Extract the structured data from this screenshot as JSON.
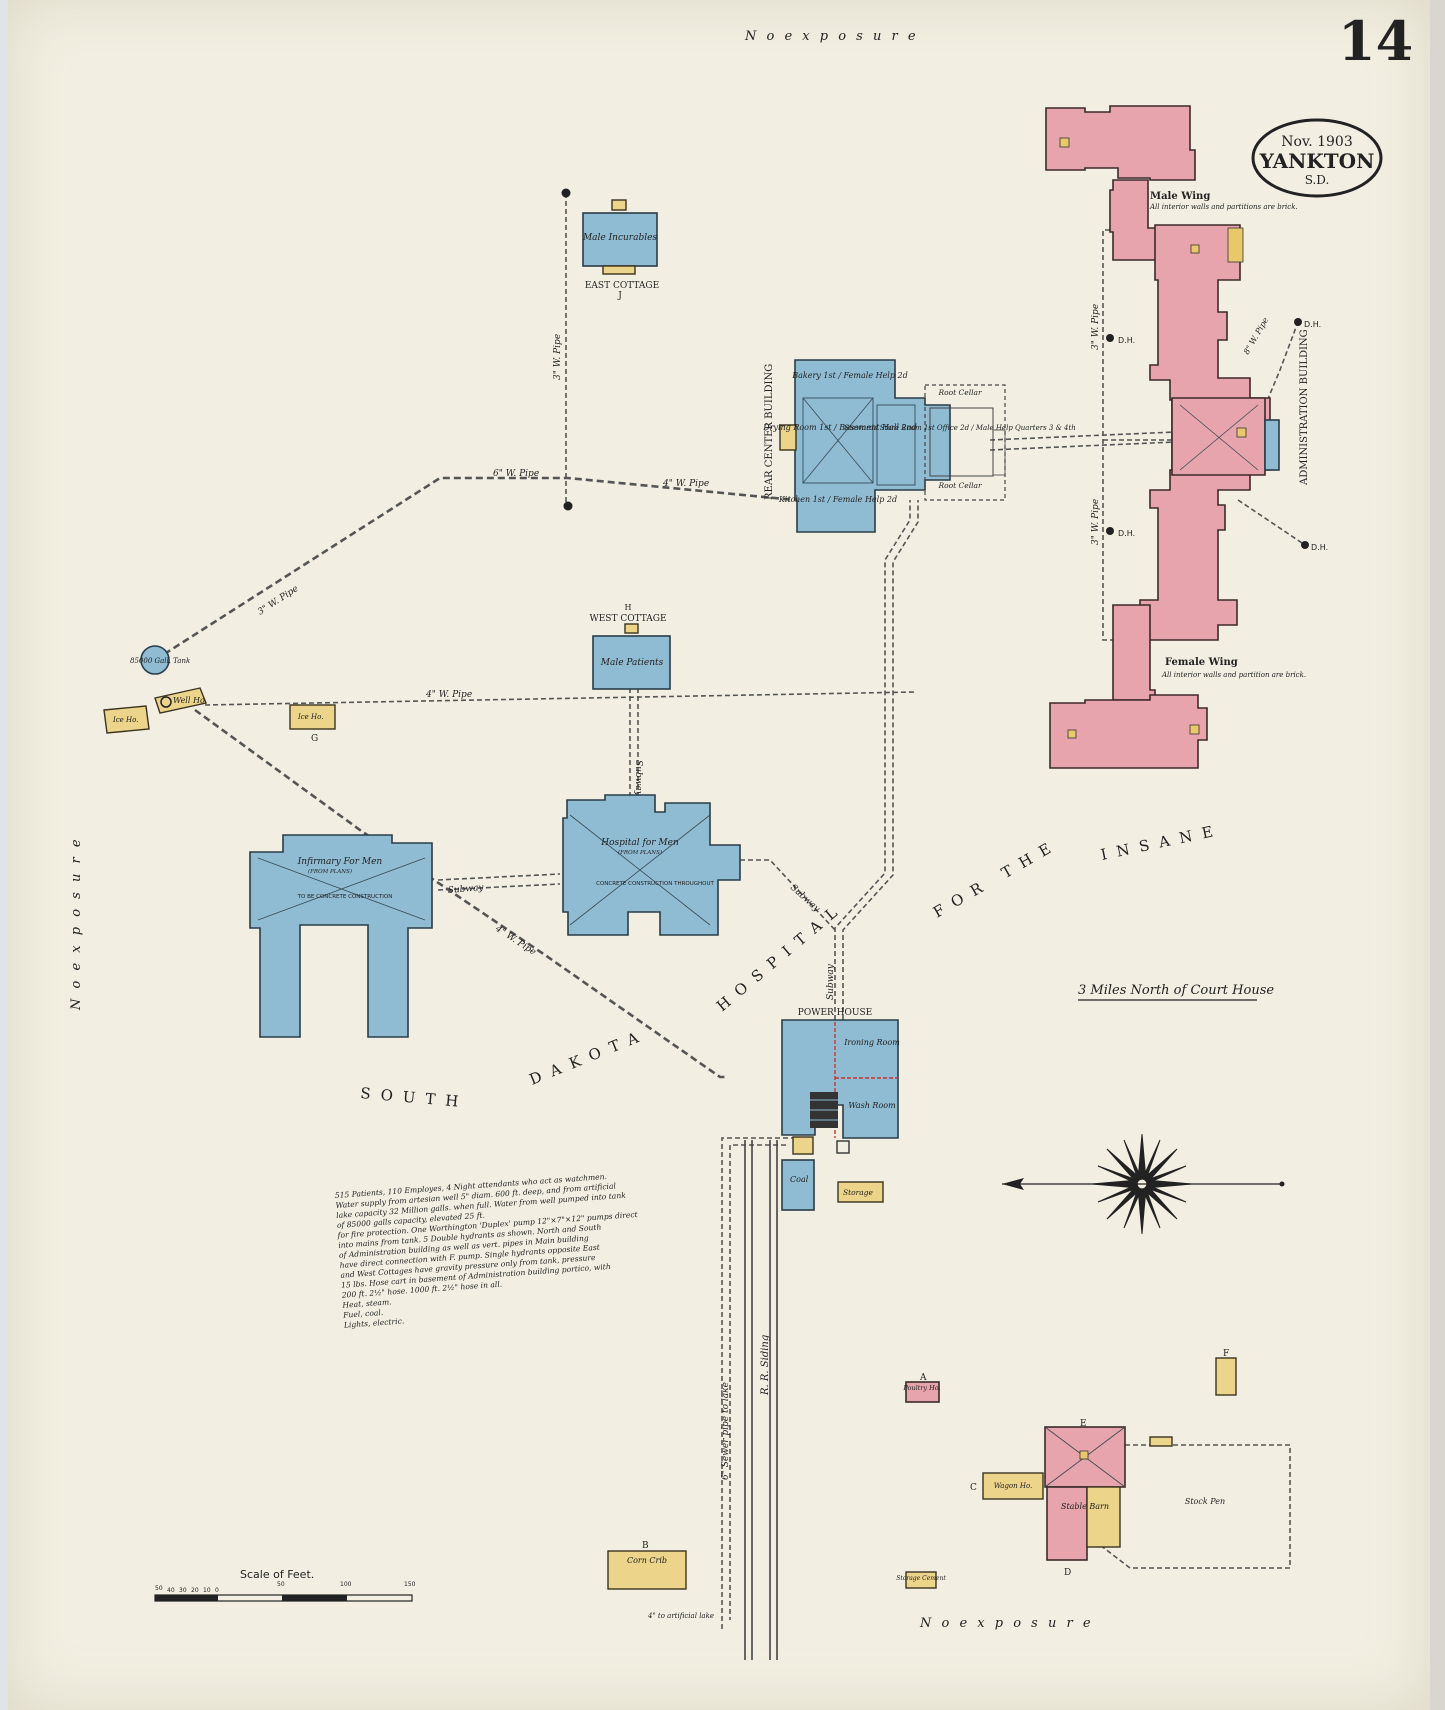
{
  "sheet": {
    "page_number": "14",
    "stamp_date": "Nov. 1903",
    "stamp_city": "YANKTON",
    "stamp_state": "S.D.",
    "exposure_top": "N o   e x p o s u r e",
    "exposure_bottom": "N o   e x p o s u r e",
    "exposure_left": "N o   e x p o s u r e",
    "institution_title_1": "SOUTH",
    "institution_title_2": "DAKOTA",
    "institution_title_3": "HOSPITAL",
    "institution_title_4": "FOR THE",
    "institution_title_5": "INSANE",
    "location_note": "3 Miles North of Court House",
    "scale_label": "Scale of Feet.",
    "scale_ticks": [
      "50",
      "40",
      "30",
      "20",
      "10",
      "0",
      "50",
      "100",
      "150"
    ]
  },
  "buildings": {
    "male_wing": "Male Wing",
    "male_wing_note": "All interior walls and partitions are brick.",
    "female_wing": "Female Wing",
    "female_wing_note": "All interior walls and partition are brick.",
    "admin_building": "ADMINISTRATION BUILDING",
    "rear_center_building": "REAR CENTER BUILDING",
    "rear_center_rooms": "Drying Room 1st / Basement Hall 2nd",
    "rear_center_kitchen": "Kitchen 1st / Female Help 2d",
    "rear_center_bakery": "Bakery 1st / Female Help 2d",
    "stewards": "Stewards Store Room 1st Office 2d / Male Help Quarters 3 & 4th",
    "root_cellar_1": "Root Cellar",
    "root_cellar_2": "Root Cellar",
    "east_cottage": "EAST COTTAGE",
    "east_cottage_letter": "J",
    "east_cottage_use": "Male Incurables",
    "west_cottage": "WEST COTTAGE",
    "west_cottage_letter": "H",
    "west_cottage_use": "Male Patients",
    "hospital_for_men": "Hospital for Men",
    "hospital_for_men_note": "CONCRETE CONSTRUCTION THROUGHOUT",
    "infirmary_for_men": "Infirmary For Men",
    "infirmary_note": "TO BE CONCRETE CONSTRUCTION",
    "from_plans": "(FROM PLANS)",
    "power_house": "POWER HOUSE",
    "ironing_room": "Ironing Room",
    "wash_room": "Wash Room",
    "coal": "Coal",
    "storage": "Storage",
    "tank": "85000 Gall. Tank",
    "well_house": "Well Ho.",
    "ice_house": "Ice Ho.",
    "ice_house_2": "Ice Ho.",
    "g_label": "G",
    "poultry": "Poultry Ho.",
    "a_label": "A",
    "wagon_house": "Wagon Ho.",
    "c_label": "C",
    "stable_barn": "Stable Barn",
    "d_label": "D",
    "e_label": "E",
    "f_label": "F",
    "stock_pen": "Stock Pen",
    "corn_crib": "Corn Crib",
    "b_label": "B",
    "storage_cement": "Storage Cement",
    "dh_1": "D.H.",
    "dh_2": "D.H.",
    "dh_3": "D.H.",
    "dh_4": "D.H."
  },
  "lines": {
    "pipe_6in": "6\" W. Pipe",
    "pipe_4in_a": "4\" W. Pipe",
    "pipe_4in_b": "4\" W. Pipe",
    "pipe_4in_c": "4\" W. Pipe",
    "pipe_3in_a": "3\" W. Pipe",
    "pipe_3in_b": "3\" W. Pipe",
    "pipe_3in_c": "3\" W. Pipe",
    "pipe_3in_d": "3\" W. Pipe",
    "pipe_8in": "8\" W. Pipe",
    "subway_1": "Subway",
    "subway_2": "Subway",
    "subway_3": "Subway",
    "subway_4": "Subway",
    "rr_siding": "R. R. Siding",
    "sewer": "6\" Sewer pipe to lake",
    "sewer_note": "4\" to artificial lake"
  },
  "notes": {
    "line_1": "515 Patients, 110 Employes, 4 Night attendants who act as watchmen.",
    "line_2": "Water supply from artesian well 5\" diam. 600 ft. deep, and from artificial",
    "line_3": "lake capacity 32 Million galls. when full. Water from well pumped into tank",
    "line_4": "of 85000 galls capacity, elevated 25 ft.",
    "line_5": "for fire protection. One Worthington 'Duplex' pump 12\"×7\"×12\" pumps direct",
    "line_6": "into mains from tank. 5 Double hydrants as shown. North and South",
    "line_7": "of Administration building as well as vert. pipes in Main building",
    "line_8": "have direct connection with F. pump. Single hydrants opposite East",
    "line_9": "and West Cottages have gravity pressure only from tank, pressure",
    "line_10": "15 lbs. Hose cart in basement of Administration building portico, with",
    "line_11": "200 ft. 2½\" hose. 1000 ft. 2½\" hose in all.",
    "line_12": "Heat, steam.",
    "line_13": "Fuel, coal.",
    "line_14": "Lights, electric."
  },
  "colors": {
    "brick": "#e7a4ac",
    "fireproof": "#8fbcd3",
    "frame": "#ecd48a",
    "paper": "#f2efe2"
  }
}
